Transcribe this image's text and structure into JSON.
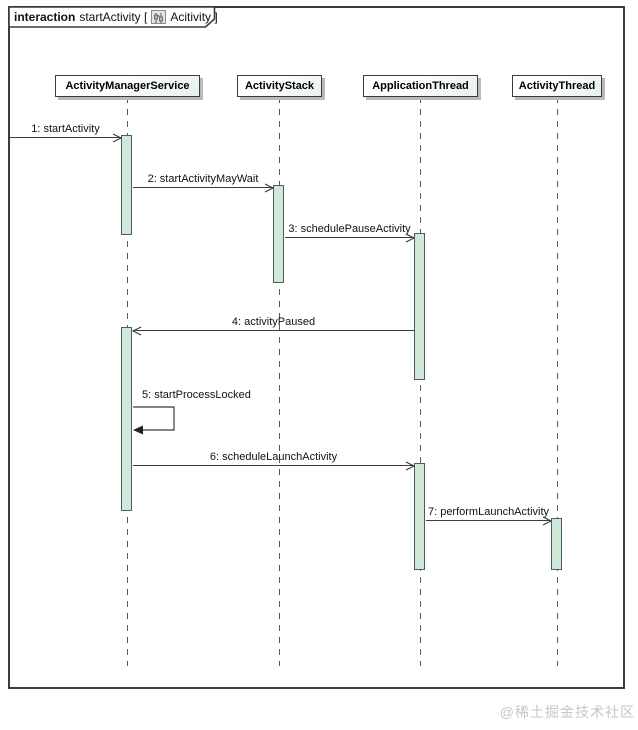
{
  "frame": {
    "kind_label": "interaction",
    "name_label": "startActivity [",
    "ref_label": "Acitivity ]"
  },
  "lifelines": [
    {
      "name": "ActivityManagerService"
    },
    {
      "name": "ActivityStack"
    },
    {
      "name": "ApplicationThread"
    },
    {
      "name": "ActivityThread"
    }
  ],
  "messages": [
    {
      "label": "1: startActivity",
      "from": "frame-edge",
      "to": "ActivityManagerService",
      "arrow": "open"
    },
    {
      "label": "2: startActivityMayWait",
      "from": "ActivityManagerService",
      "to": "ActivityStack",
      "arrow": "open"
    },
    {
      "label": "3: schedulePauseActivity",
      "from": "ActivityStack",
      "to": "ApplicationThread",
      "arrow": "open"
    },
    {
      "label": "4: activityPaused",
      "from": "ApplicationThread",
      "to": "ActivityManagerService",
      "arrow": "open"
    },
    {
      "label": "5: startProcessLocked",
      "from": "ActivityManagerService",
      "to": "ActivityManagerService",
      "arrow": "filled-self"
    },
    {
      "label": "6: scheduleLaunchActivity",
      "from": "ActivityManagerService",
      "to": "ApplicationThread",
      "arrow": "open"
    },
    {
      "label": "7: performLaunchActivity",
      "from": "ApplicationThread",
      "to": "ActivityThread",
      "arrow": "open"
    }
  ],
  "watermark": "@稀土掘金技术社区",
  "colors": {
    "frame_border": "#3b3b3b",
    "line": "#3b3b3b",
    "lifeline": "#5a5a5a",
    "activation_fill": "#cfe8d9",
    "activation_border": "#4a5f53",
    "header_fill": "#ffffff",
    "header_tint": "#e6f2ea",
    "shadow": "#b9b9b9",
    "watermark": "#c6c6c6"
  }
}
